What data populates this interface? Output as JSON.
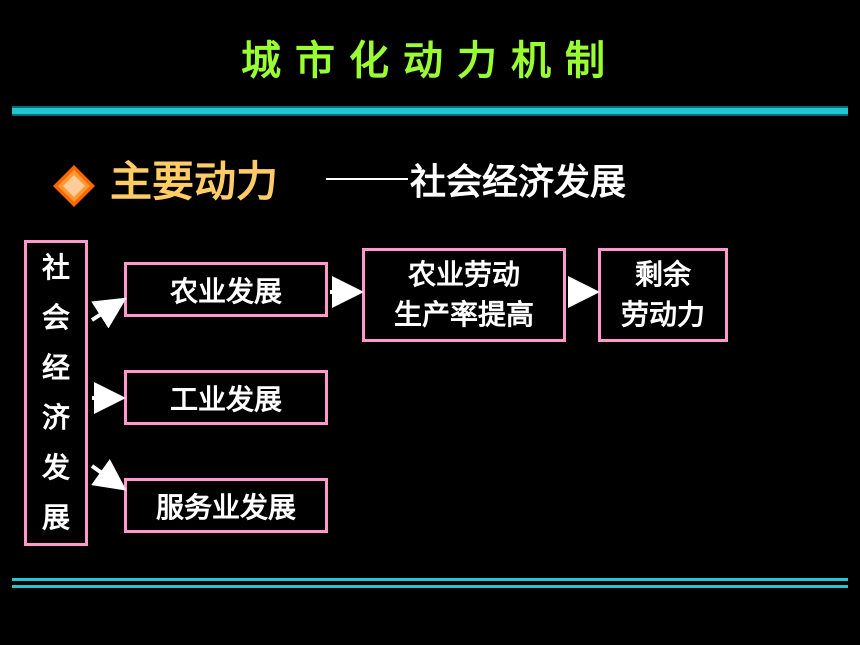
{
  "slide": {
    "title": "城市化动力机制",
    "headline_main": "主要动力",
    "headline_sub": "社会经济发展"
  },
  "boxes": {
    "society": [
      "社",
      "会",
      "经",
      "济",
      "发",
      "展"
    ],
    "agriculture": "农业发展",
    "industry": "工业发展",
    "service": "服务业发展",
    "productivity": [
      "农业劳动",
      "生产率提高"
    ],
    "surplus": [
      "剩余",
      "劳动力"
    ]
  },
  "colors": {
    "title": "#99ff33",
    "headline_main": "#ffcc66",
    "box_border": "#ff99cc",
    "divider": "#22c7d2",
    "diamond_outer": "#ff6600",
    "diamond_inner": "#ffcc99"
  }
}
